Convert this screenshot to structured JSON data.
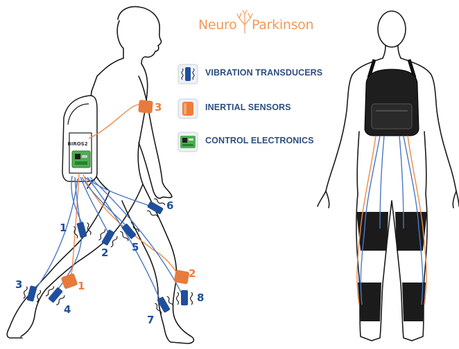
{
  "logo": {
    "part1": "Neuro",
    "part2": "Parkinson"
  },
  "legend": [
    {
      "label": "VIBRATION TRANSDUCERS",
      "icon": "vibration-transducer-icon"
    },
    {
      "label": "INERTIAL SENSORS",
      "icon": "inertial-sensor-icon"
    },
    {
      "label": "CONTROL ELECTRONICS",
      "icon": "control-electronics-icon"
    }
  ],
  "backpack_label": "BIROS2",
  "transducers": [
    "1",
    "2",
    "3",
    "4",
    "5",
    "6",
    "7",
    "8"
  ],
  "sensors": [
    "1",
    "2",
    "3"
  ],
  "colors": {
    "transducer": "#1f4f9c",
    "sensor": "#ef7c3a",
    "electronics": "#4caf50",
    "wire_orange": "#ef8a45",
    "wire_blue": "#4a78c4",
    "label_text": "#2d4e7f"
  }
}
